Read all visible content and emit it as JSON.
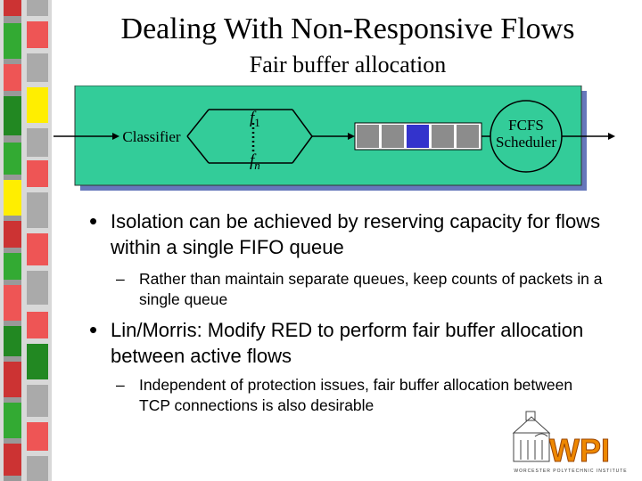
{
  "slide": {
    "title": "Dealing With Non-Responsive Flows",
    "subtitle": "Fair buffer allocation"
  },
  "diagram": {
    "classifier_label": "Classifier",
    "flow_first_label": "f",
    "flow_first_subscript": "1",
    "flow_last_label": "f",
    "flow_last_subscript": "n",
    "scheduler_label_line1": "FCFS",
    "scheduler_label_line2": "Scheduler",
    "colors": {
      "box_fill": "#33cc99",
      "shadow": "#6677bb",
      "queue_slot": "#8c8c8c",
      "queue_highlight": "#3333cc"
    }
  },
  "bullets": [
    {
      "text": "Isolation can be achieved by reserving capacity for flows within a single FIFO queue",
      "sub": "Rather than maintain separate queues, keep counts of packets in a single queue"
    },
    {
      "text": "Lin/Morris: Modify RED to perform fair buffer allocation between active flows",
      "sub": "Independent of protection issues, fair buffer allocation between TCP connections is also desirable"
    }
  ],
  "logo": {
    "text": "WPI",
    "tagline": "WORCESTER POLYTECHNIC INSTITUTE"
  },
  "decor": {
    "strip_colors": [
      "#cc3333",
      "#33aa33",
      "#ffee00",
      "#ee5555",
      "#aaaaaa",
      "#55bb55"
    ]
  }
}
